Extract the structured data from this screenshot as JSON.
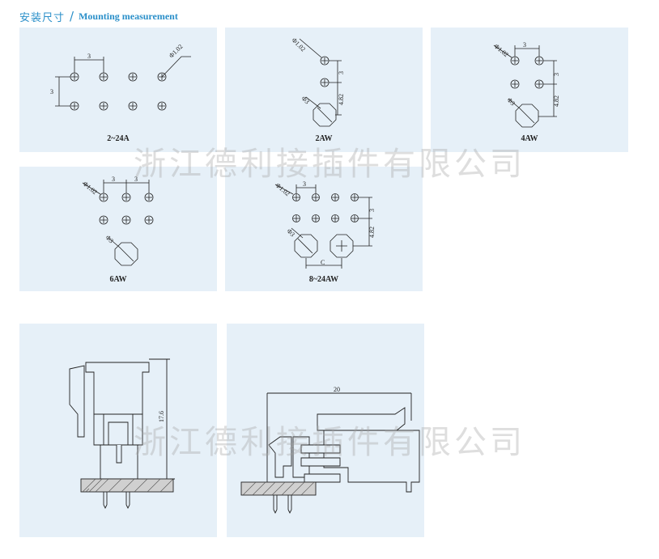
{
  "header": {
    "title_zh": "安装尺寸",
    "separator": "/",
    "title_en": "Mounting measurement"
  },
  "panels": [
    {
      "label": "2~24A",
      "dims": [
        "3",
        "3",
        "Φ1.02"
      ]
    },
    {
      "label": "2AW",
      "dims": [
        "Φ1.02",
        "3",
        "Φ3",
        "4.82"
      ]
    },
    {
      "label": "4AW",
      "dims": [
        "Φ1.02",
        "3",
        "3",
        "Φ3",
        "4.82"
      ]
    },
    {
      "label": "6AW",
      "dims": [
        "Φ1.02",
        "3",
        "3",
        "Φ3"
      ]
    },
    {
      "label": "8~24AW",
      "dims": [
        "Φ1.02",
        "3",
        "3",
        "4.82",
        "Φ3",
        "C"
      ]
    }
  ],
  "side_view": {
    "dim_height": "17.6"
  },
  "front_view": {
    "dim_width": "20"
  },
  "watermark": "浙江德利接插件有限公司"
}
